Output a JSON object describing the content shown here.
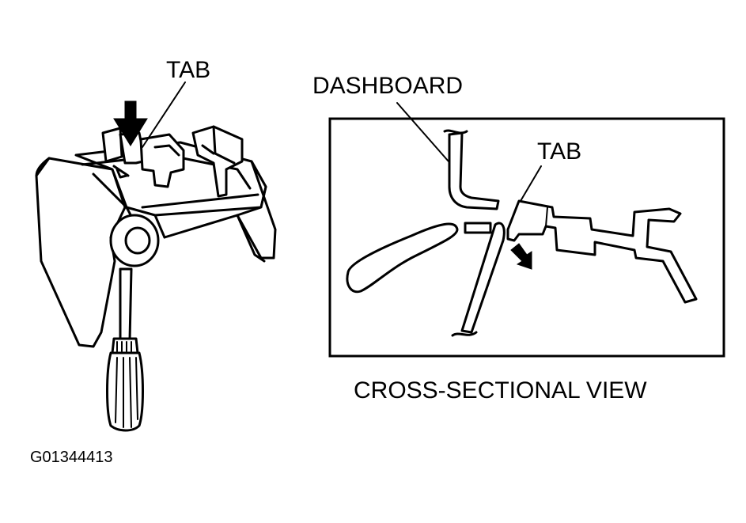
{
  "labels": {
    "tab_left": "TAB",
    "dashboard": "DASHBOARD",
    "tab_right": "TAB",
    "caption": "CROSS-SECTIONAL VIEW",
    "figure_id": "G01344413"
  }
}
